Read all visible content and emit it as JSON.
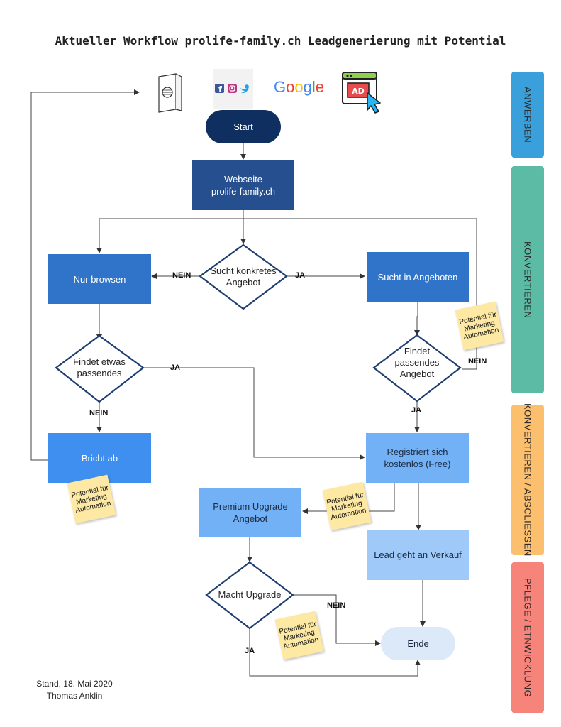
{
  "title": "Aktueller Workflow prolife-family.ch Leadgenerierung mit Potential",
  "icons": {
    "brochure": "brochure-icon",
    "social": [
      "facebook-icon",
      "instagram-icon",
      "twitter-icon"
    ],
    "google_text": "Google",
    "ad_text": "AD"
  },
  "colors": {
    "dark_blue": "#254f8e",
    "start_navy": "#102f61",
    "mid_blue": "#2f74c8",
    "bright_blue": "#3e8ff0",
    "light_blue": "#73b1f7",
    "note_yellow": "#fde9a3",
    "phase_anwerben": "#3aa0dc",
    "phase_konvertieren": "#5cbba4",
    "phase_abschliessen": "#fcbf6e",
    "phase_pflege": "#f6847a"
  },
  "nodes": {
    "start": "Start",
    "webseite_line1": "Webseite",
    "webseite_line2": "prolife-family.ch",
    "decision_angebot_line1": "Sucht konkretes",
    "decision_angebot_line2": "Angebot",
    "nur_browsen": "Nur browsen",
    "sucht_angebote": "Sucht in Angeboten",
    "findet_etwas_line1": "Findet etwas",
    "findet_etwas_line2": "passendes",
    "findet_angebot_line1": "Findet",
    "findet_angebot_line2": "passendes",
    "findet_angebot_line3": "Angebot",
    "bricht_ab": "Bricht ab",
    "registriert_line1": "Registriert sich",
    "registriert_line2": "kostenlos (Free)",
    "premium_line1": "Premium Upgrade",
    "premium_line2": "Angebot",
    "lead": "Lead geht an Verkauf",
    "macht_upgrade": "Macht Upgrade",
    "ende": "Ende"
  },
  "labels": {
    "nein1": "NEIN",
    "ja1": "JA",
    "ja2": "JA",
    "nein2": "NEIN",
    "nein3": "NEIN",
    "ja3": "JA",
    "nein4": "NEIN",
    "ja4": "JA"
  },
  "notes": {
    "line1": "Potential für",
    "line2": "Marketing",
    "line3": "Automation"
  },
  "phases": {
    "anwerben": "ANWERBEN",
    "konvertieren": "KONVERTIEREN",
    "abschliessen": "KONVERTIEREN / ABSCLIESSEN",
    "pflege": "PFLEGE / ETNWICKLUNG"
  },
  "footer": {
    "date": "Stand, 18. Mai 2020",
    "author": "Thomas Anklin"
  }
}
